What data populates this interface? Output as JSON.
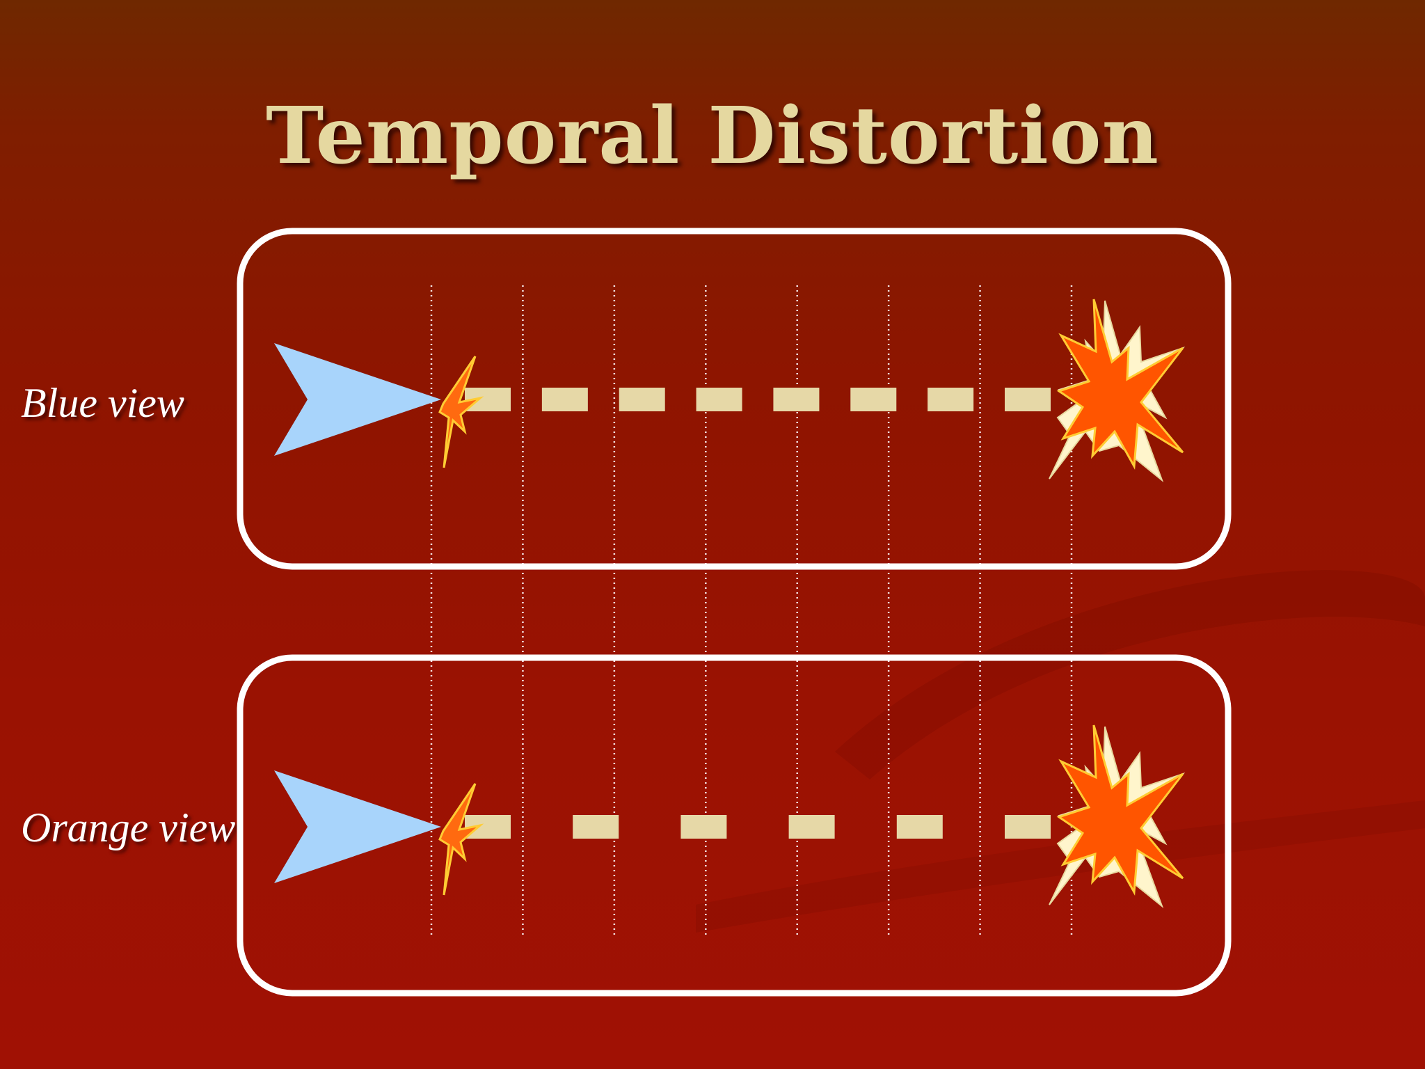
{
  "slide": {
    "title": "Temporal Distortion"
  },
  "rows": [
    {
      "id": "blue",
      "label": "Blue view",
      "dash_count": 8
    },
    {
      "id": "orange",
      "label": "Orange view",
      "dash_count": 6
    }
  ],
  "time_grid": {
    "line_count": 8
  },
  "colors": {
    "background_top": "#6f2800",
    "background_bottom": "#a01104",
    "title": "#e5d8a0",
    "frame": "#ffffff",
    "arrow": "#a8d4fb",
    "dash": "#e6d8a7",
    "explosion": "#ff5500",
    "explosion_outline": "#ffcc33",
    "explosion_shadow": "#fff5cc"
  },
  "icons": {
    "arrow": "arrowhead-icon",
    "explosion": "explosion-icon",
    "spark": "spark-icon"
  }
}
